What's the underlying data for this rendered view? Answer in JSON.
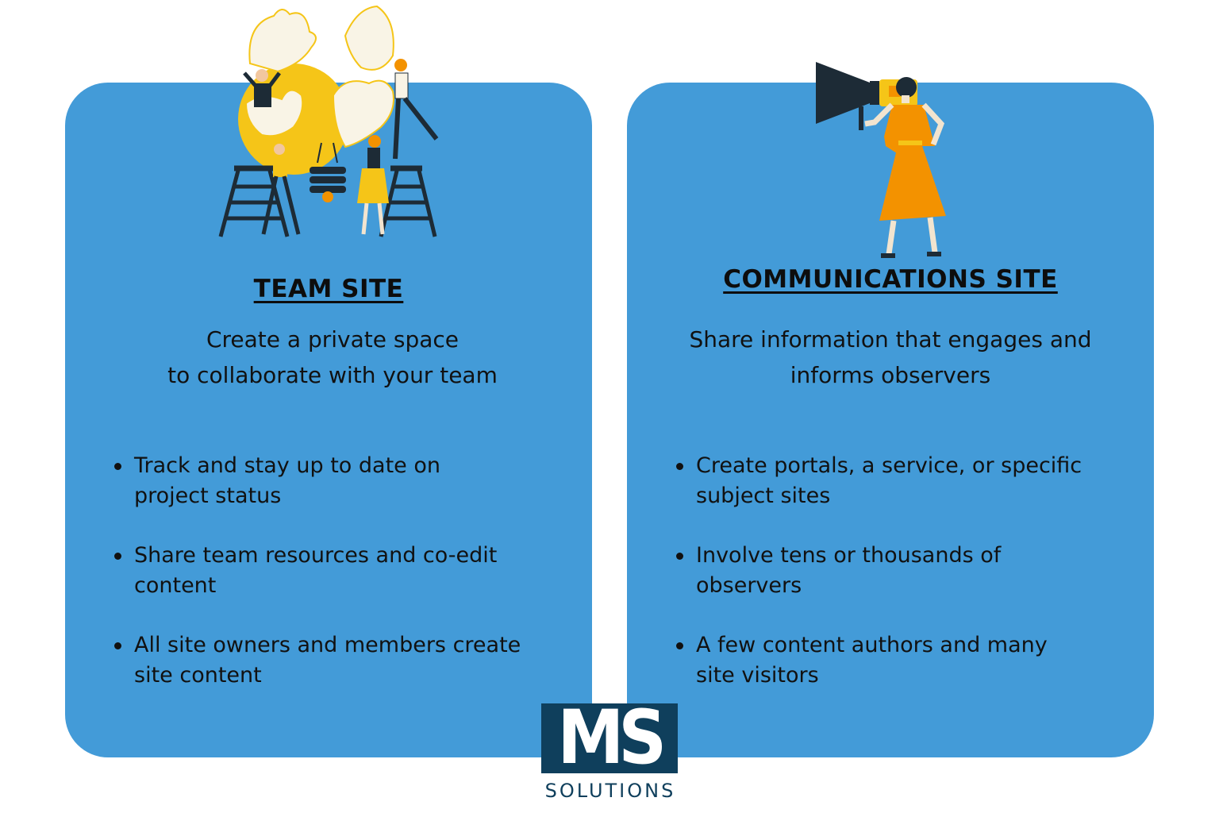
{
  "team_site": {
    "title": "TEAM SITE",
    "subtitle_lines": [
      "Create a private space",
      "to collaborate with your team"
    ],
    "bullets": [
      {
        "lines": [
          "Track and stay up to date on",
          "project status"
        ]
      },
      {
        "lines": [
          "Share team resources and co-edit",
          "content"
        ]
      },
      {
        "lines": [
          "All site owners and members create",
          "site content"
        ]
      }
    ],
    "illustration": "people-assembling-puzzle-lightbulb-illustration"
  },
  "communications_site": {
    "title": "COMMUNICATIONS SITE",
    "subtitle_lines": [
      "Share information that engages and",
      "informs observers"
    ],
    "bullets": [
      {
        "lines": [
          "Create portals, a service, or specific",
          "subject sites"
        ]
      },
      {
        "lines": [
          "Involve tens or thousands of",
          "observers"
        ]
      },
      {
        "lines": [
          "A few content authors and many",
          "site visitors"
        ]
      }
    ],
    "illustration": "woman-with-megaphone-illustration"
  },
  "logo": {
    "mark": "MS",
    "wordmark": "SOLUTIONS"
  },
  "colors": {
    "card": "#439bd8",
    "logo_navy": "#0f3f5c",
    "accent_yellow": "#f5c518",
    "accent_orange": "#f39200",
    "ink": "#1d2b36"
  }
}
